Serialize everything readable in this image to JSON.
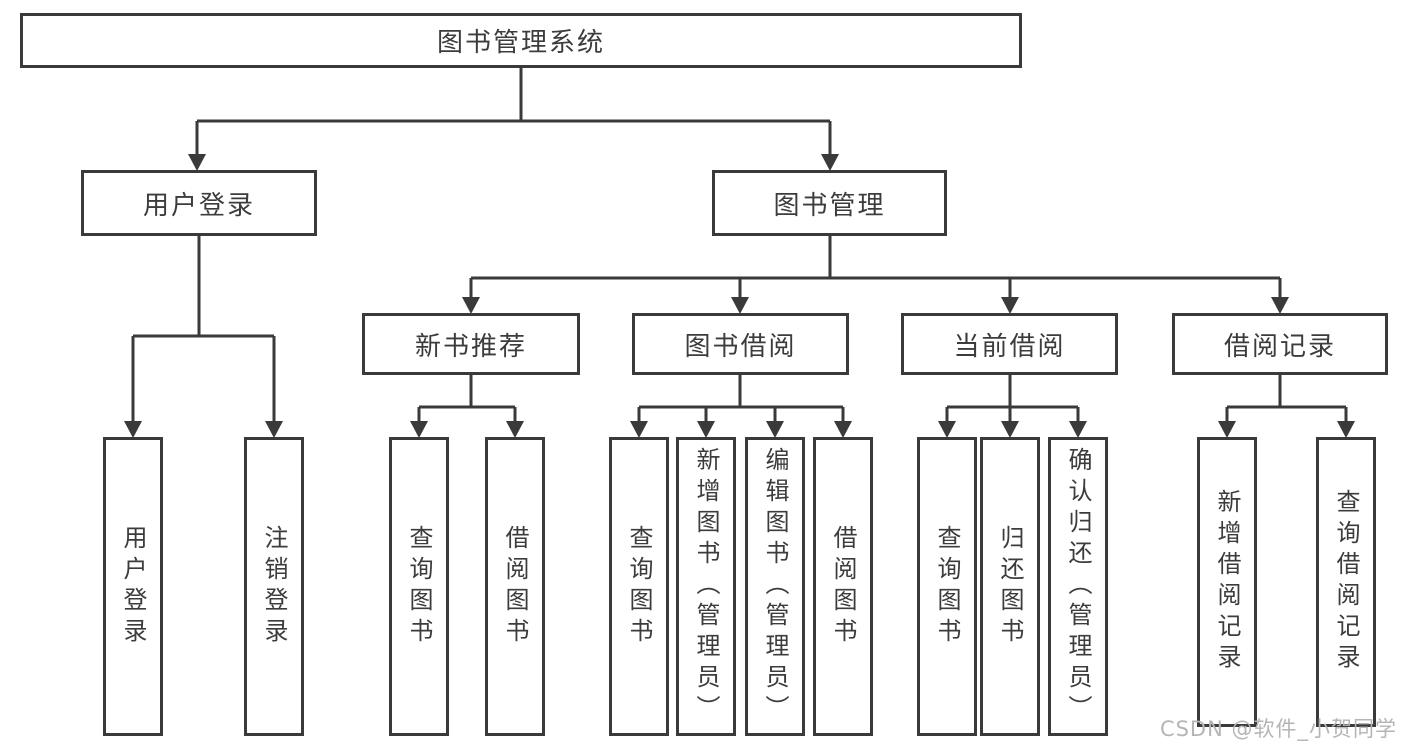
{
  "diagram": {
    "root": {
      "label": "图书管理系统",
      "children": [
        {
          "label": "用户登录",
          "children": [
            {
              "label": "用户登录"
            },
            {
              "label": "注销登录"
            }
          ]
        },
        {
          "label": "图书管理",
          "children": [
            {
              "label": "新书推荐",
              "children": [
                {
                  "label": "查询图书"
                },
                {
                  "label": "借阅图书"
                }
              ]
            },
            {
              "label": "图书借阅",
              "children": [
                {
                  "label": "查询图书"
                },
                {
                  "label": "新增图书（管理员）"
                },
                {
                  "label": "编辑图书（管理员）"
                },
                {
                  "label": "借阅图书"
                }
              ]
            },
            {
              "label": "当前借阅",
              "children": [
                {
                  "label": "查询图书"
                },
                {
                  "label": "归还图书"
                },
                {
                  "label": "确认归还（管理员）"
                }
              ]
            },
            {
              "label": "借阅记录",
              "children": [
                {
                  "label": "新增借阅记录"
                },
                {
                  "label": "查询借阅记录"
                }
              ]
            }
          ]
        }
      ]
    },
    "watermark": "CSDN @软件_小贺同学",
    "colors": {
      "line": "#3a3a3a",
      "text": "#3c3c3c",
      "watermark": "#b5b5b5",
      "background": "#ffffff"
    }
  }
}
